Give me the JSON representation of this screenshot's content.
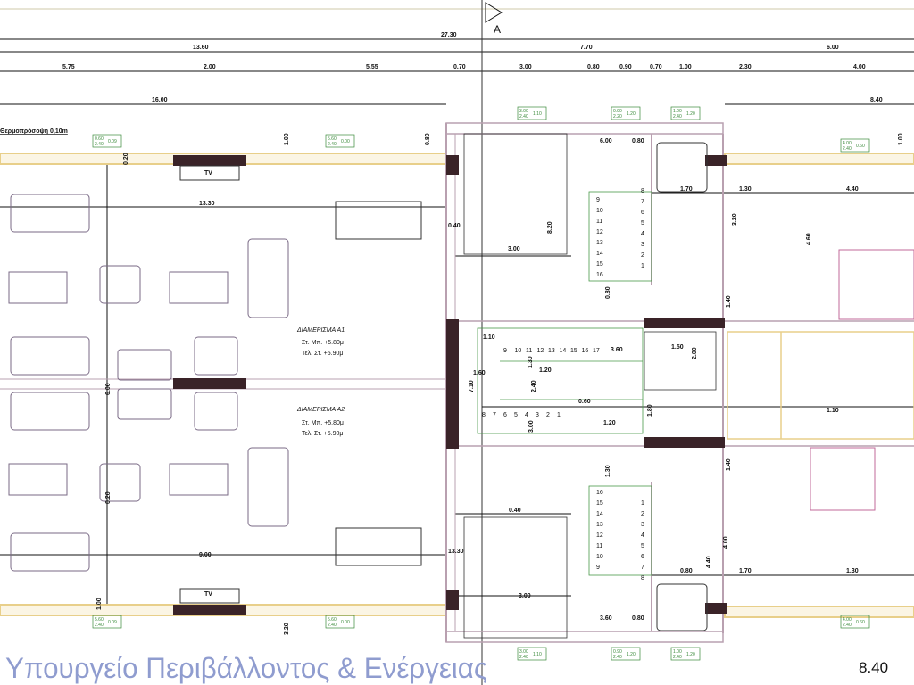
{
  "drawing": {
    "section_marker": "A",
    "insulation_note": "Θερμοπρόσοψη 0,10m",
    "tv_label": "TV",
    "apartment_a1": {
      "title": "ΔΙΑΜΕΡΙΣΜΑ Α1",
      "structural_level": "Στ. Μπ. +5.80μ",
      "finished_level": "Τελ. Στ. +5.90μ"
    },
    "apartment_a2": {
      "title": "ΔΙΑΜΕΡΙΣΜΑ Α2",
      "structural_level": "Στ. Μπ. +5.80μ",
      "finished_level": "Τελ. Στ. +5.90μ"
    },
    "big_dimension": "8.40",
    "watermark": "Υπουργείο Περιβάλλοντος & Ενέργειας",
    "colors": {
      "wall": "#b9a0b0",
      "window": "#e8cf8a",
      "column": "#3a2328",
      "stair": "#4a9a4a",
      "tag": "#3a8a3a",
      "watermark": "#8f9ccf"
    }
  },
  "dimensions": [
    "27.30",
    "13.60",
    "7.70",
    "6.00",
    "5.75",
    "2.00",
    "5.55",
    "0.70",
    "3.00",
    "0.80",
    "0.90",
    "0.70",
    "1.00",
    "2.30",
    "4.00",
    "16.00",
    "8.40",
    "1.00",
    "0.80",
    "0.20",
    "1.00",
    "13.30",
    "0.40",
    "3.00",
    "8.20",
    "1.70",
    "1.30",
    "4.40",
    "3.20",
    "4.60",
    "6.00",
    "0.80",
    "0.80",
    "1.40",
    "1.10",
    "3.60",
    "1.50",
    "2.00",
    "1.60",
    "1.30",
    "1.20",
    "2.40",
    "0.60",
    "7.10",
    "3.00",
    "1.20",
    "1.80",
    "1.30",
    "1.40",
    "1.10",
    "6.00",
    "0.20",
    "9.00",
    "13.30",
    "0.40",
    "3.00",
    "3.60",
    "0.80",
    "0.80",
    "1.70",
    "1.30",
    "4.40",
    "4.00",
    "3.20",
    "1.00",
    "0.20"
  ],
  "stair_numbers": {
    "upper_left": [
      "9",
      "10",
      "11",
      "12",
      "13",
      "14",
      "15",
      "16"
    ],
    "upper_right": [
      "8",
      "7",
      "6",
      "5",
      "4",
      "3",
      "2",
      "1"
    ],
    "middle_top": [
      "9",
      "10",
      "11",
      "12",
      "13",
      "14",
      "15",
      "16",
      "17"
    ],
    "middle_bottom": [
      "8",
      "7",
      "6",
      "5",
      "4",
      "3",
      "2",
      "1"
    ],
    "lower_left": [
      "16",
      "15",
      "14",
      "13",
      "12",
      "11",
      "10",
      "9"
    ],
    "lower_right": [
      "1",
      "2",
      "3",
      "4",
      "5",
      "6",
      "7",
      "8"
    ]
  },
  "window_tags": [
    {
      "w": "0.60",
      "h": "2.40",
      "sill": "0.09"
    },
    {
      "w": "5.60",
      "h": "2.40",
      "sill": "0.00"
    },
    {
      "w": "3.00",
      "h": "2.40",
      "sill": "1.10"
    },
    {
      "w": "0.90",
      "h": "2.20",
      "sill": "1.20"
    },
    {
      "w": "1.00",
      "h": "2.40",
      "sill": "1.20"
    },
    {
      "w": "4.00",
      "h": "2.40",
      "sill": "0.60"
    },
    {
      "w": "5.60",
      "h": "2.40",
      "sill": "0.09"
    },
    {
      "w": "5.60",
      "h": "2.40",
      "sill": "0.00"
    },
    {
      "w": "3.00",
      "h": "2.40",
      "sill": "1.10"
    },
    {
      "w": "0.90",
      "h": "2.40",
      "sill": "1.20"
    },
    {
      "w": "1.00",
      "h": "2.40",
      "sill": "1.20"
    },
    {
      "w": "4.00",
      "h": "2.40",
      "sill": "0.60"
    }
  ]
}
